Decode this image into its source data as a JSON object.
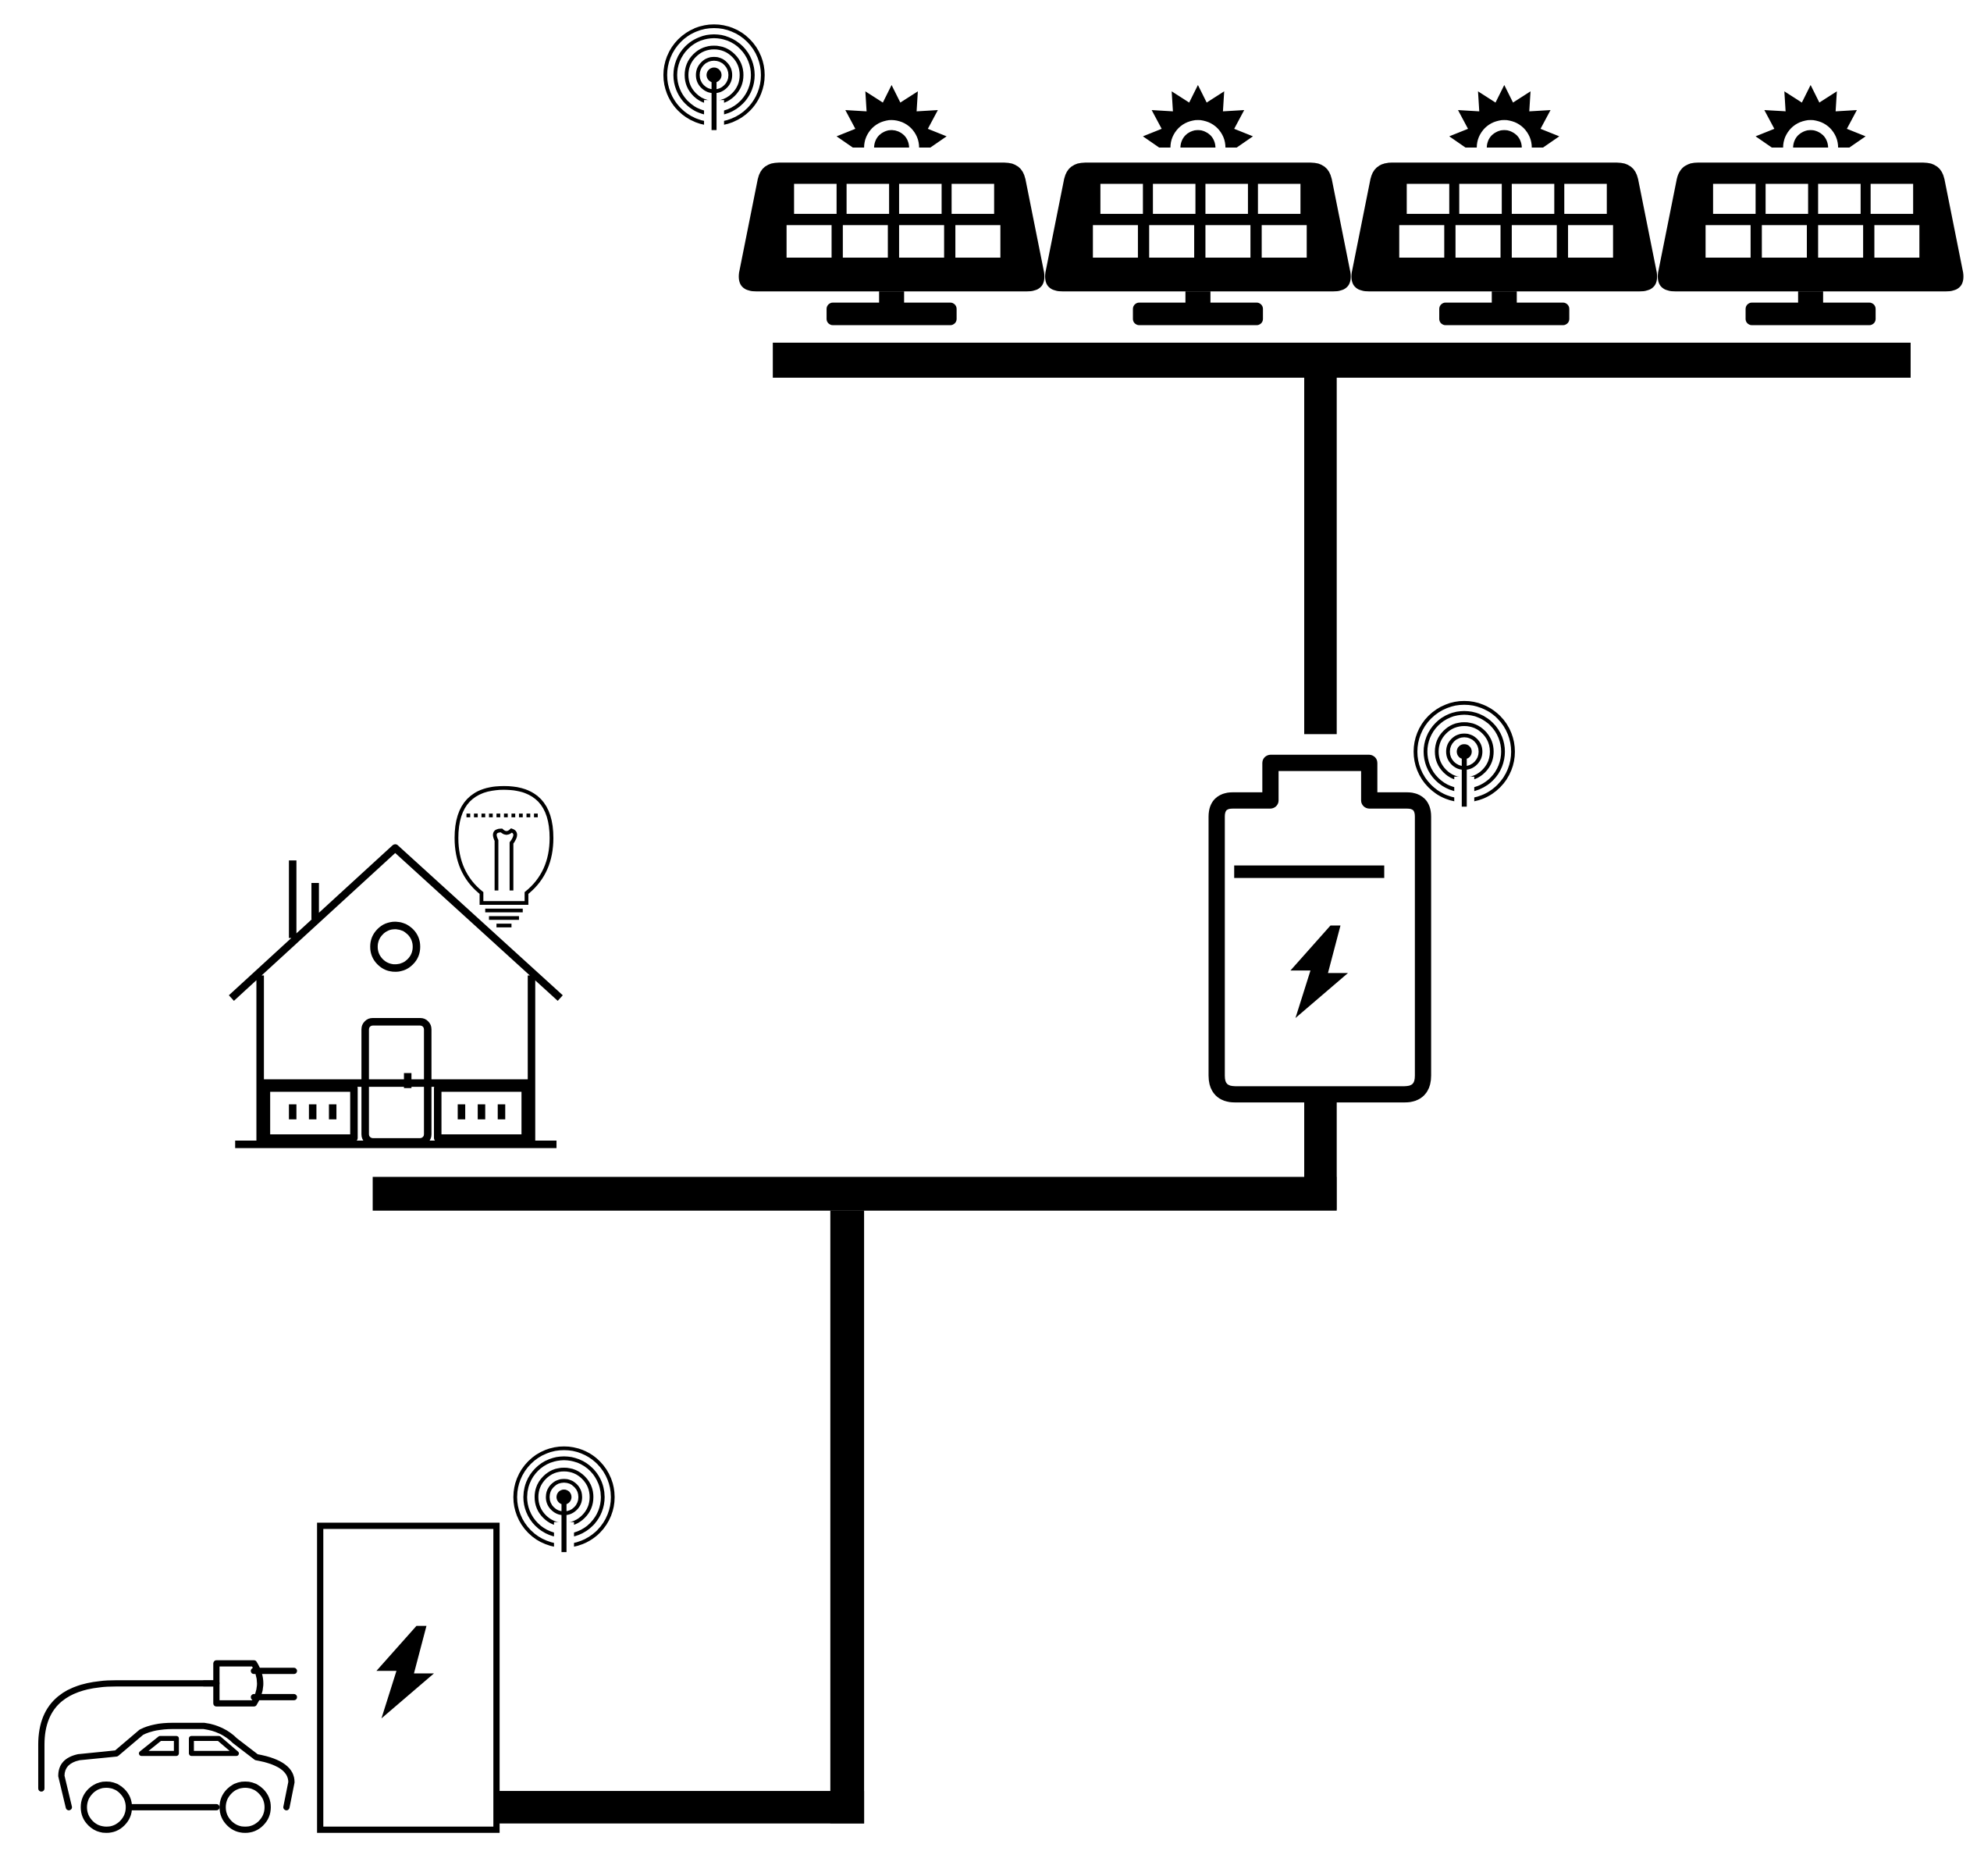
{
  "diagram": {
    "description_free": true,
    "colors": {
      "ink": "#000000",
      "background": "#ffffff"
    },
    "nodes": [
      {
        "id": "solar-array",
        "icon": "solar-panel-icon",
        "count": 4,
        "has_wireless": true
      },
      {
        "id": "battery",
        "icon": "battery-icon",
        "has_wireless": true
      },
      {
        "id": "house",
        "icon": "house-icon",
        "has_lightbulb": true
      },
      {
        "id": "ev-charger",
        "icon": "ev-charger-icon",
        "has_wireless": true
      },
      {
        "id": "electric-vehicle",
        "icon": "electric-car-icon"
      }
    ],
    "connections": [
      {
        "from": "solar-array",
        "to": "battery"
      },
      {
        "from": "battery",
        "to": "house"
      },
      {
        "from": "battery",
        "to": "ev-charger"
      },
      {
        "from": "ev-charger",
        "to": "electric-vehicle"
      }
    ]
  }
}
